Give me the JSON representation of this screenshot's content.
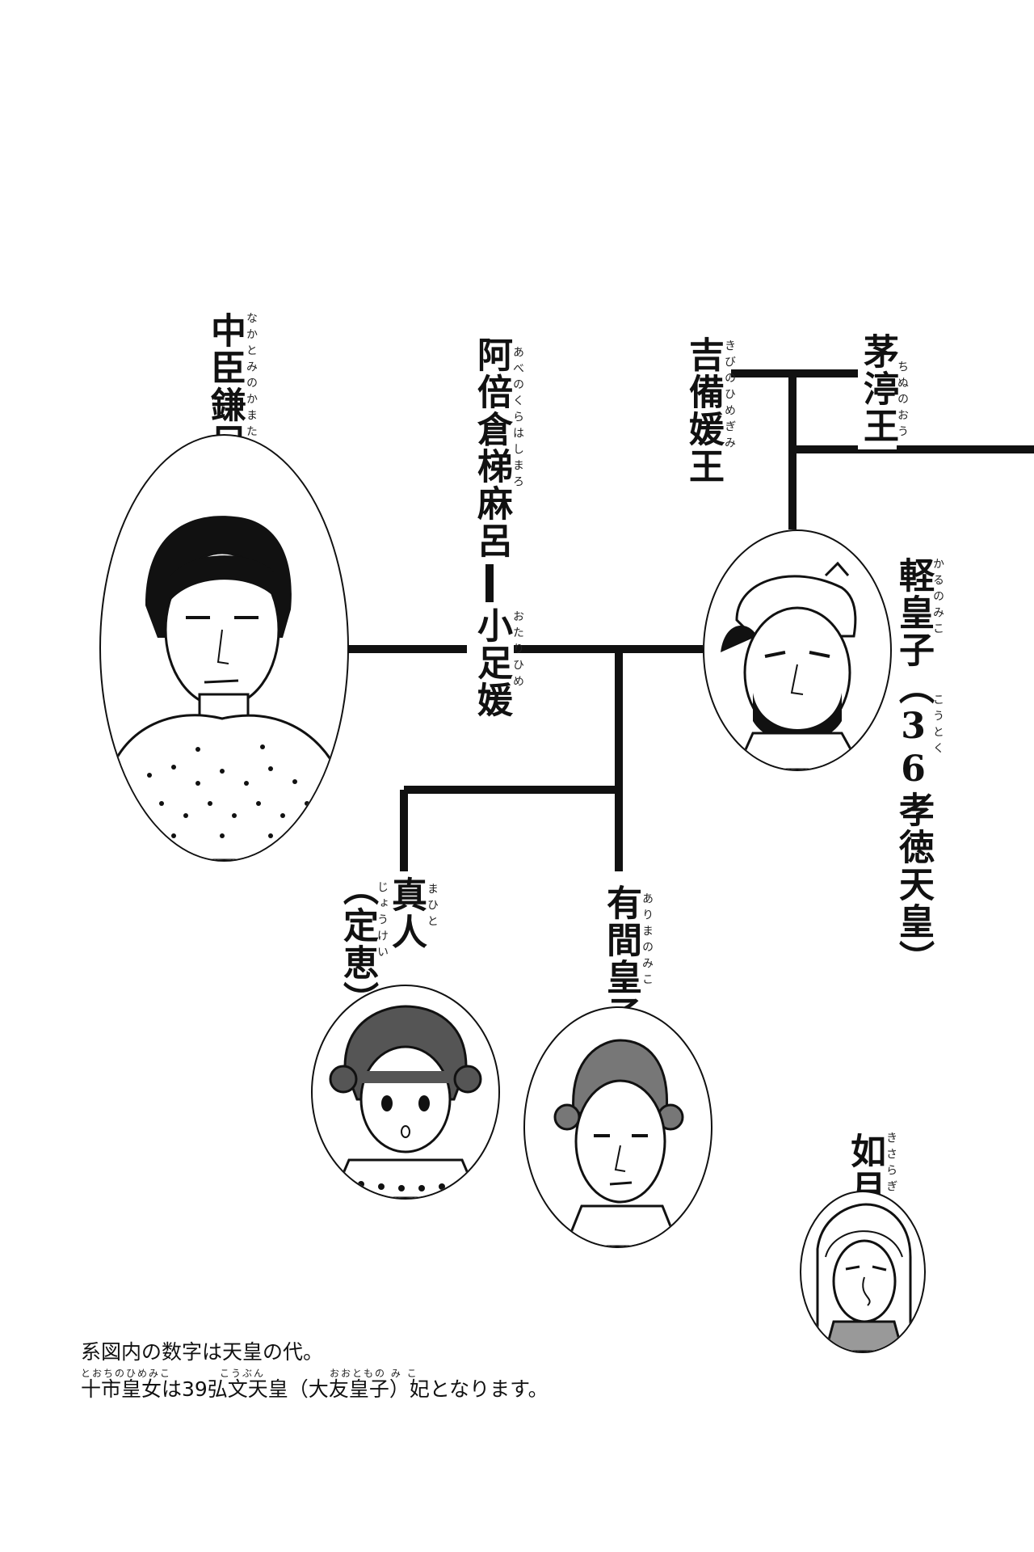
{
  "people": {
    "nakatomi": {
      "name": "中臣鎌足",
      "reading": "なかとみのかまたり",
      "portrait": "nakatomi-portrait"
    },
    "abe": {
      "name": "阿倍倉梯麻呂",
      "reading": "あべのくらはしまろ"
    },
    "otarashi": {
      "name": "小足媛",
      "reading": "おたりひめ"
    },
    "kibi": {
      "name": "吉備媛王",
      "reading": "きびのひめぎみ"
    },
    "chinu": {
      "name": "茅渟王",
      "reading": "ちぬのおう"
    },
    "karu": {
      "name": "軽皇子",
      "reading": "かるのみこ",
      "note": "（36孝徳天皇）",
      "note_reading": "こうとく",
      "portrait": "karu-portrait"
    },
    "mahito": {
      "name": "真人",
      "reading": "まひと",
      "alias": "（定恵）",
      "alias_reading": "じょうけい",
      "portrait": "mahito-portrait"
    },
    "arima": {
      "name": "有間皇子",
      "reading": "ありまのみこ",
      "portrait": "arima-portrait"
    },
    "kisaragi": {
      "name": "如月",
      "reading": "きさらぎ",
      "portrait": "kisaragi-portrait"
    }
  },
  "notes": {
    "line1": "系図内の数字は天皇の代。",
    "line2": "十市皇女は39弘文天皇（大友皇子）妃となります。",
    "line2_reading_a": "とおちのひめみこ",
    "line2_reading_b": "こうぶん",
    "line2_reading_c": "おおともの み こ"
  },
  "colors": {
    "ink": "#111111",
    "paper": "#ffffff"
  }
}
